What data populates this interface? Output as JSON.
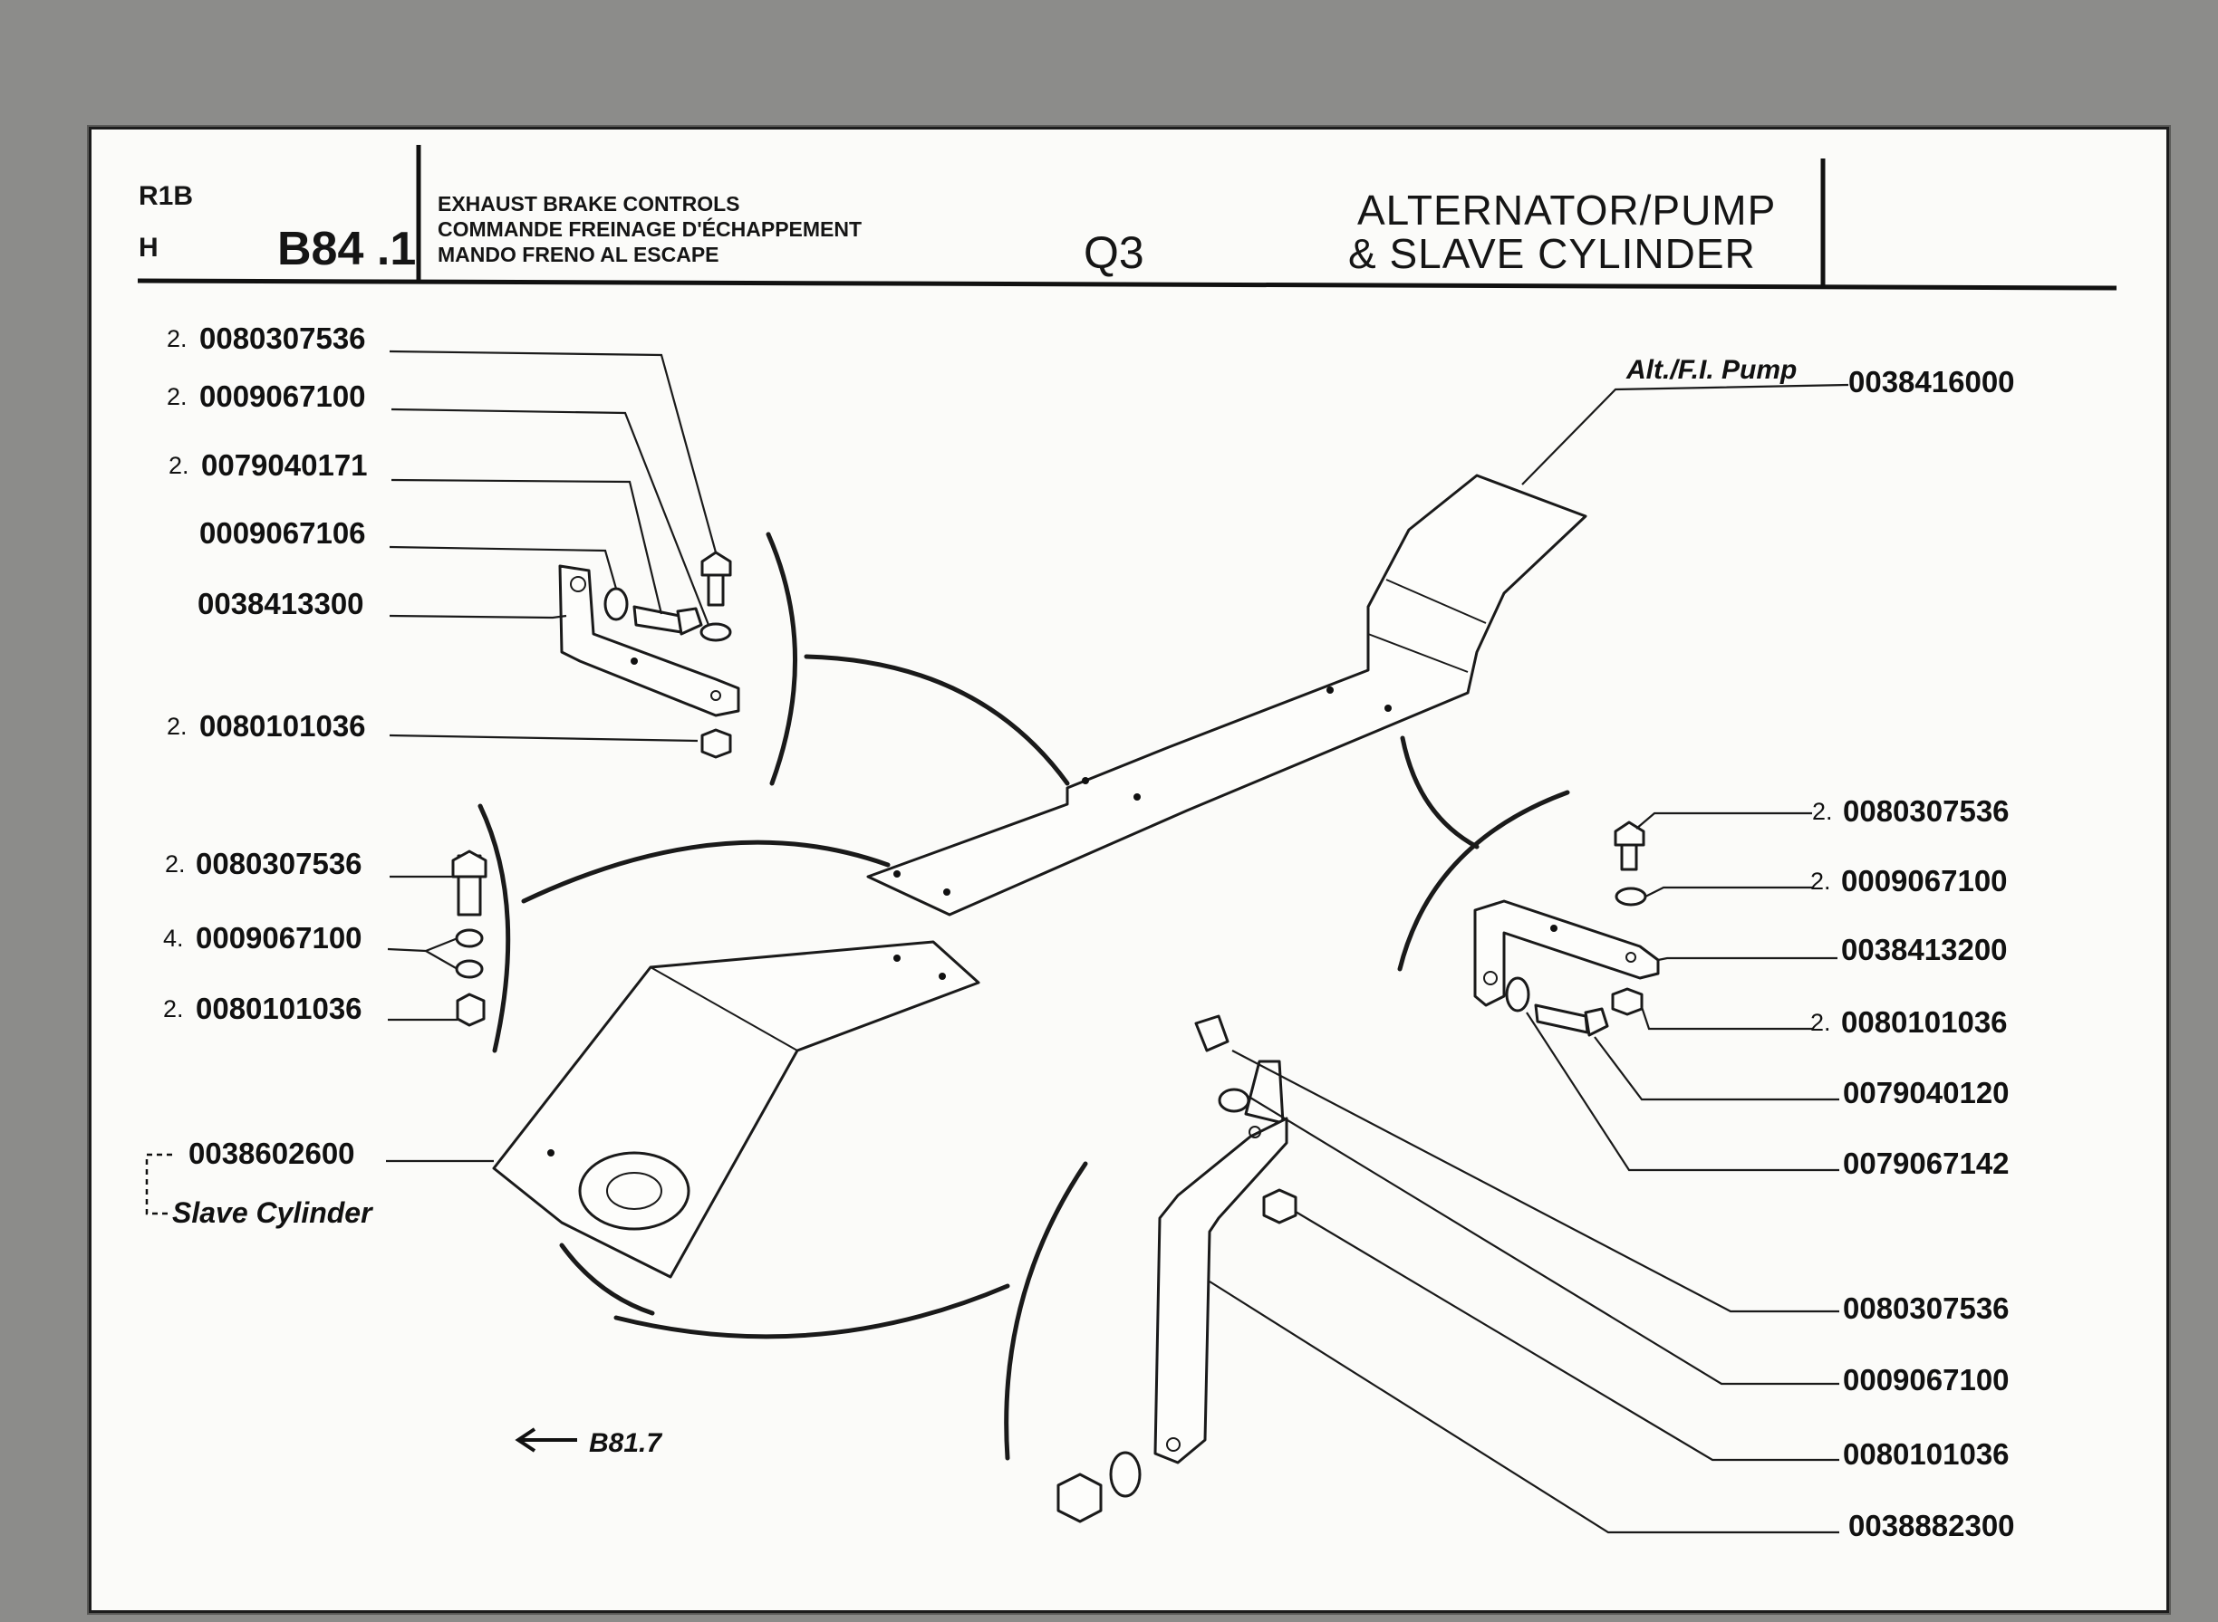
{
  "header": {
    "code_line1": "R1B",
    "code_line2": "H",
    "ref": "B84",
    "ref_suffix": "1",
    "title_en": "EXHAUST BRAKE CONTROLS",
    "title_fr": "COMMANDE FREINAGE D'ÉCHAPPEMENT",
    "title_it": "MANDO FRENO AL ESCAPE",
    "group": "Q3",
    "section_line1": "ALTERNATOR/PUMP",
    "section_line2": "& SLAVE CYLINDER"
  },
  "callouts": {
    "left_top": [
      {
        "qty": "2.",
        "part": "0080307536"
      },
      {
        "qty": "2.",
        "part": "0009067100"
      },
      {
        "qty": "2.",
        "part": "0079040171"
      },
      {
        "qty": "",
        "part": "0009067106"
      },
      {
        "qty": "",
        "part": "0038413300"
      },
      {
        "qty": "2.",
        "part": "0080101036"
      }
    ],
    "left_mid": [
      {
        "qty": "2.",
        "part": "0080307536"
      },
      {
        "qty": "4.",
        "part": "0009067100"
      },
      {
        "qty": "2.",
        "part": "0080101036"
      }
    ],
    "slave": {
      "part": "0038602600",
      "name": "Slave Cylinder"
    },
    "pump": {
      "name": "Alt./F.I. Pump",
      "part": "0038416000"
    },
    "right_mid": [
      {
        "qty": "2.",
        "part": "0080307536"
      },
      {
        "qty": "2.",
        "part": "0009067100"
      },
      {
        "qty": "",
        "part": "0038413200"
      },
      {
        "qty": "2.",
        "part": "0080101036"
      },
      {
        "qty": "",
        "part": "0079040120"
      },
      {
        "qty": "",
        "part": "0079067142"
      }
    ],
    "right_bottom": [
      {
        "qty": "",
        "part": "0080307536"
      },
      {
        "qty": "",
        "part": "0009067100"
      },
      {
        "qty": "",
        "part": "0080101036"
      },
      {
        "qty": "",
        "part": "0038882300"
      }
    ]
  },
  "crossref": {
    "arrow": "⟵",
    "ref": "B81.7"
  }
}
